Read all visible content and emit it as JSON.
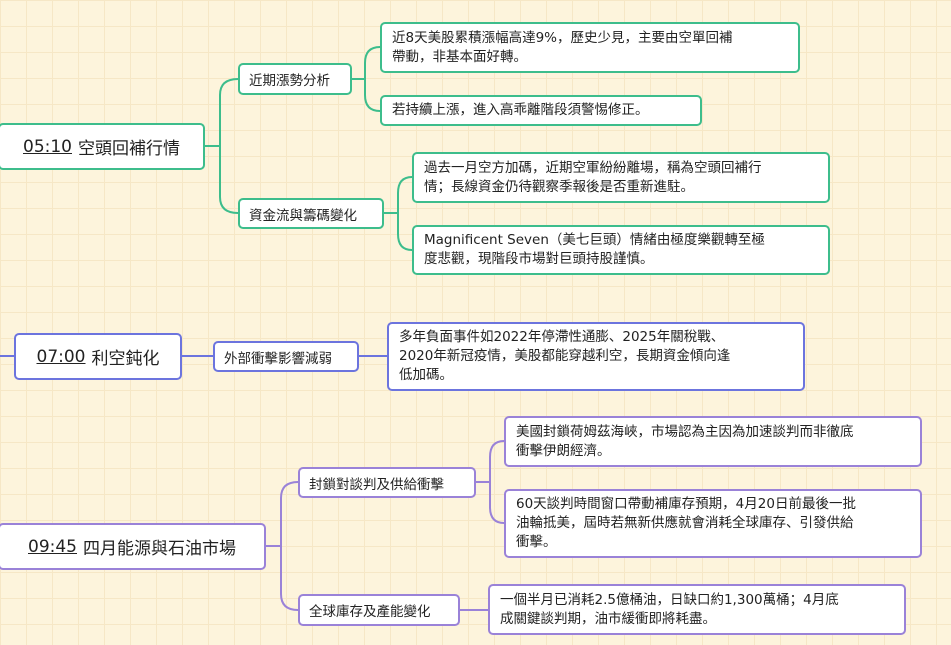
{
  "colors": {
    "green": "#3dbd8c",
    "blue": "#6c74de",
    "purple": "#9a82d8",
    "background": "#fdf4dc"
  },
  "topics": [
    {
      "time": "05:10",
      "title": "空頭回補行情",
      "branches": [
        {
          "label": "近期漲勢分析",
          "leaves": [
            {
              "lines": [
                "近8天美股累積漲幅高達9%，歷史少見，主要由空單回補",
                "帶動，非基本面好轉。"
              ]
            },
            {
              "lines": [
                "若持續上漲，進入高乖離階段須警惕修正。"
              ]
            }
          ]
        },
        {
          "label": "資金流與籌碼變化",
          "leaves": [
            {
              "lines": [
                "過去一月空方加碼，近期空軍紛紛離場，稱為空頭回補行",
                "情；長線資金仍待觀察季報後是否重新進駐。"
              ]
            },
            {
              "lines": [
                "Magnificent Seven（美七巨頭）情緒由極度樂觀轉至極",
                "度悲觀，現階段市場對巨頭持股謹慎。"
              ]
            }
          ]
        }
      ]
    },
    {
      "time": "07:00",
      "title": "利空鈍化",
      "branches": [
        {
          "label": "外部衝擊影響減弱",
          "leaves": [
            {
              "lines": [
                "多年負面事件如2022年停滯性通膨、2025年關稅戰、",
                "2020年新冠疫情，美股都能穿越利空，長期資金傾向逢",
                "低加碼。"
              ]
            }
          ]
        }
      ]
    },
    {
      "time": "09:45",
      "title": "四月能源與石油市場",
      "branches": [
        {
          "label": "封鎖對談判及供給衝擊",
          "leaves": [
            {
              "lines": [
                "美國封鎖荷姆茲海峽，市場認為主因為加速談判而非徹底",
                "衝擊伊朗經濟。"
              ]
            },
            {
              "lines": [
                "60天談判時間窗口帶動補庫存預期，4月20日前最後一批",
                "油輪抵美，屆時若無新供應就會消耗全球庫存、引發供給",
                "衝擊。"
              ]
            }
          ]
        },
        {
          "label": "全球庫存及產能變化",
          "leaves": [
            {
              "lines": [
                "一個半月已消耗2.5億桶油，日缺口約1,300萬桶；4月底",
                "成關鍵談判期，油市緩衝即將耗盡。"
              ]
            }
          ]
        }
      ]
    }
  ]
}
